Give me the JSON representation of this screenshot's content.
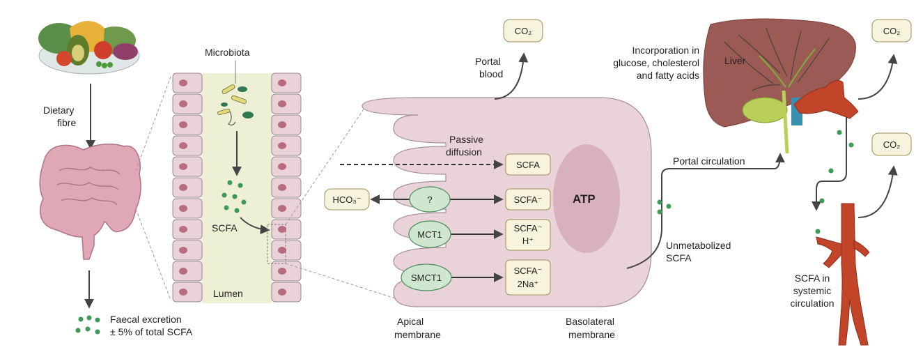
{
  "colors": {
    "cell": "#e9d3d8",
    "cell_stroke": "#9b8790",
    "lumen": "#eef0d6",
    "atp_ellipse": "#d7b1bd",
    "transporter": "#cfe6cf",
    "transporter_stroke": "#4b8f5d",
    "box_fill": "#f7f3dd",
    "box_stroke": "#9c8f58",
    "scfa_dot": "#3c9a56",
    "arrow": "#444444",
    "liver": "#9c5a55",
    "vessel": "#c2452a"
  },
  "labels": {
    "dietary_fibre_line1": "Dietary",
    "dietary_fibre_line2": "fibre",
    "faecal_line1": "Faecal excretion",
    "faecal_line2": "± 5% of total SCFA",
    "microbiota": "Microbiota",
    "scfa_left": "SCFA",
    "lumen": "Lumen",
    "portal_blood_line1": "Portal",
    "portal_blood_line2": "blood",
    "passive_line1": "Passive",
    "passive_line2": "diffusion",
    "apical_line1": "Apical",
    "apical_line2": "membrane",
    "basolateral_line1": "Basolateral",
    "basolateral_line2": "membrane",
    "atp": "ATP",
    "portal_circulation": "Portal circulation",
    "unmetabolized_line1": "Unmetabolized",
    "unmetabolized_line2": "SCFA",
    "incorporation_line1": "Incorporation in",
    "incorporation_line2": "glucose, cholesterol",
    "incorporation_line3": "and fatty acids",
    "liver": "Liver",
    "systemic_line1": "SCFA in",
    "systemic_line2": "systemic",
    "systemic_line3": "circulation"
  },
  "boxes": {
    "co2_portal": "CO₂",
    "co2_liver": "CO₂",
    "co2_systemic": "CO₂",
    "scfa_passive": "SCFA",
    "scfa_anion": "SCFA⁻",
    "scfa_h_line1": "SCFA⁻",
    "scfa_h_line2": "H⁺",
    "scfa_na_line1": "SCFA⁻",
    "scfa_na_line2": "2Na⁺",
    "hco3": "HCO₃⁻"
  },
  "transporters": {
    "unknown": "?",
    "mct1": "MCT1",
    "smct1": "SMCT1"
  },
  "icons": [
    "salad-icon",
    "colon-icon",
    "microbiota-icon",
    "liver-icon",
    "blood-vessel-icon"
  ]
}
